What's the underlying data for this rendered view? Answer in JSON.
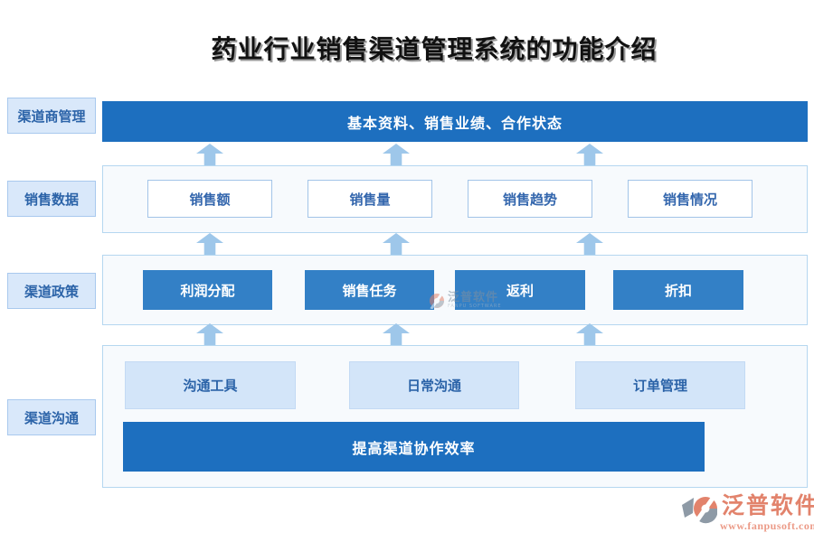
{
  "title": "药业行业销售渠道管理系统的功能介绍",
  "sections": {
    "channel_vendor": {
      "label": "渠道商管理",
      "bar": "基本资料、销售业绩、合作状态"
    },
    "sales_data": {
      "label": "销售数据",
      "items": [
        "销售额",
        "销售量",
        "销售趋势",
        "销售情况"
      ]
    },
    "channel_policy": {
      "label": "渠道政策",
      "items": [
        "利润分配",
        "销售任务",
        "返利",
        "折扣"
      ]
    },
    "channel_comm": {
      "label": "渠道沟通",
      "items": [
        "沟通工具",
        "日常沟通",
        "订单管理"
      ],
      "bar": "提高渠道协作效率"
    }
  },
  "watermark": {
    "brand": "泛普软件",
    "caption": "FANPU SOFTWARE"
  },
  "footer_logo": {
    "brand": "泛普软件",
    "website": "www.fanpusoft.com"
  },
  "colors": {
    "primary_bar": "#1d6fbf",
    "policy_box": "#3380c6",
    "light_box_fill": "#d3e5f9",
    "side_label_fill": "#d9e8fa",
    "container_fill": "#f7fafd",
    "container_border": "#b5d7f0",
    "arrow": "#9ec7ea",
    "blue_text": "#2b63a8",
    "brand_salmon": "#e2836c"
  }
}
